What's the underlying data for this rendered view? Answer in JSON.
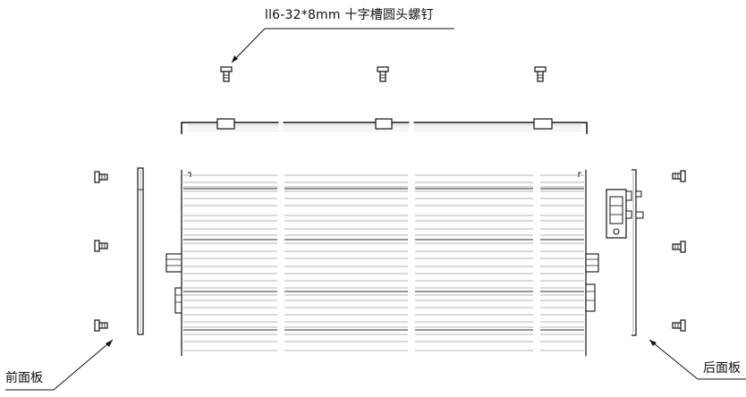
{
  "labels": {
    "screw": "ll6-32*8mm 十字槽圆头螺钉",
    "front_panel": "前面板",
    "rear_panel": "后面板"
  },
  "colors": {
    "line": "#111111",
    "hatch": "#9a9a9a",
    "background": "#ffffff"
  },
  "icons": {
    "screw": "screw-icon"
  }
}
